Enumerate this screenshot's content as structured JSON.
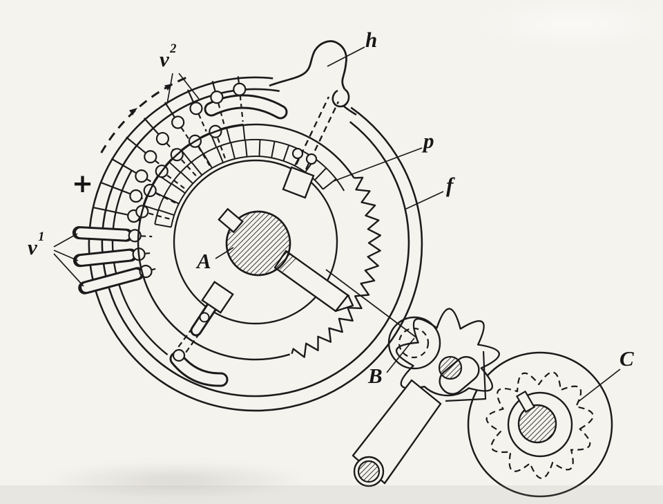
{
  "figure": {
    "background_color": "#f5f3ee",
    "ink_color": "#1b1b1b",
    "labels": {
      "v2": {
        "base": "v",
        "sup": "2"
      },
      "v1": {
        "base": "v",
        "sup": "1"
      },
      "h": "h",
      "p": "p",
      "f": "f",
      "a": "A",
      "b": "B",
      "c": "C",
      "plus": "+"
    }
  }
}
